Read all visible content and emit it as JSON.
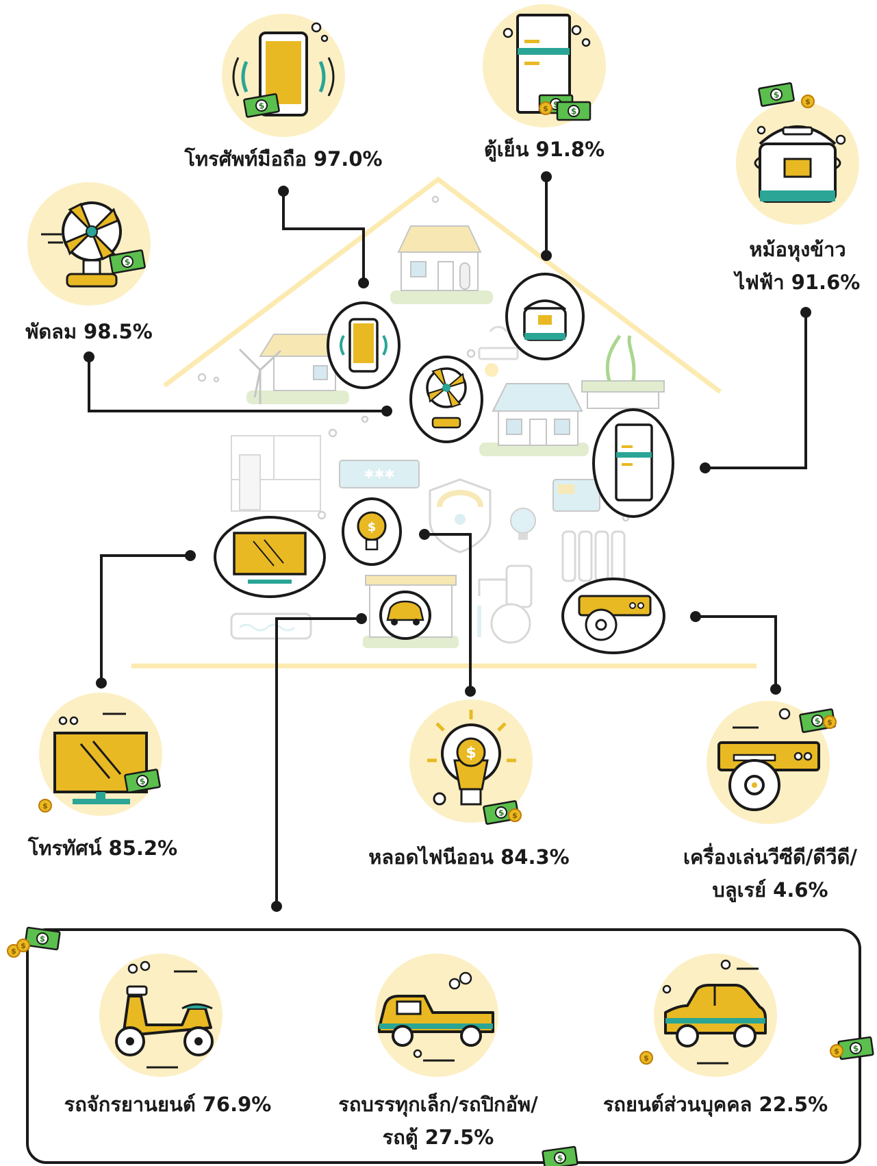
{
  "accent": {
    "yellow": "#E8B923",
    "cream": "#FCEFC3",
    "teal": "#2AA596",
    "money": "#5BBF4E",
    "dark": "#1a1a1a"
  },
  "items": {
    "mobile": {
      "line1": "โทรศัพท์มือถือ 97.0%",
      "icon": "mobile-phone-icon"
    },
    "fridge": {
      "line1": "ตู้เย็น 91.8%",
      "icon": "refrigerator-icon"
    },
    "rice_cooker": {
      "line1": "หม้อหุงข้าว",
      "line2": "ไฟฟ้า 91.6%",
      "icon": "rice-cooker-icon"
    },
    "fan": {
      "line1": "พัดลม 98.5%",
      "icon": "electric-fan-icon"
    },
    "tv": {
      "line1": "โทรทัศน์ 85.2%",
      "icon": "television-icon"
    },
    "neon": {
      "line1": "หลอดไฟนีออน 84.3%",
      "icon": "light-bulb-icon"
    },
    "dvd": {
      "line1": "เครื่องเล่นวีซีดี/ดีวีดี/",
      "line2": "บลูเรย์ 4.6%",
      "icon": "dvd-player-icon"
    },
    "motorcycle": {
      "line1": "รถจักรยานยนต์ 76.9%",
      "icon": "motorcycle-icon"
    },
    "pickup": {
      "line1": "รถบรรทุกเล็ก/รถปิกอัพ/",
      "line2": "รถตู้ 27.5%",
      "icon": "pickup-truck-icon"
    },
    "car": {
      "line1": "รถยนต์ส่วนบุคคล 22.5%",
      "icon": "car-icon"
    }
  }
}
